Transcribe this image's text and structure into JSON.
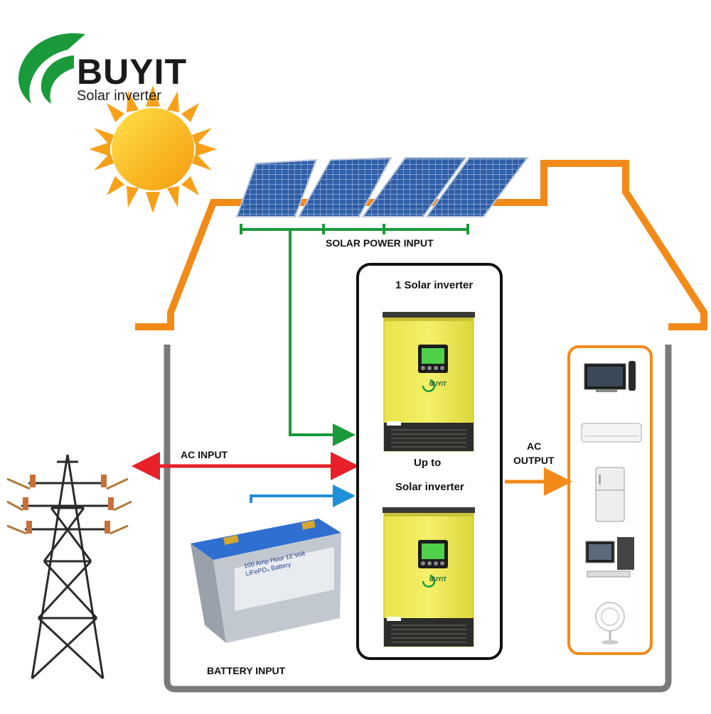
{
  "brand": {
    "name": "BUYIT",
    "tagline": "Solar inverter",
    "logo_color": "#1a9a3a"
  },
  "labels": {
    "solar_input": "SOLAR POWER INPUT",
    "ac_input": "AC INPUT",
    "battery_input": "BATTERY INPUT",
    "ac_output_line1": "AC",
    "ac_output_line2": "OUTPUT",
    "inverter_count": "1 Solar inverter",
    "up_to": "Up to",
    "solar_inverter": "Solar inverter"
  },
  "inverter": {
    "badge": "BUYIT",
    "body_color": "#f2ee55"
  },
  "battery": {
    "line1": "100 Amp Hour 12 Volt",
    "line2": "LiFePO₄ Battery"
  },
  "appliances": [
    "tv-icon",
    "air-conditioner-icon",
    "refrigerator-icon",
    "desktop-computer-icon",
    "fan-icon"
  ],
  "colors": {
    "roof": "#f28a1a",
    "wall": "#7a7a7a",
    "solar_arrow": "#1a9a3a",
    "ac_arrow": "#e8202a",
    "battery_arrow": "#1f8fd8",
    "output_arrow": "#f28a1a"
  }
}
